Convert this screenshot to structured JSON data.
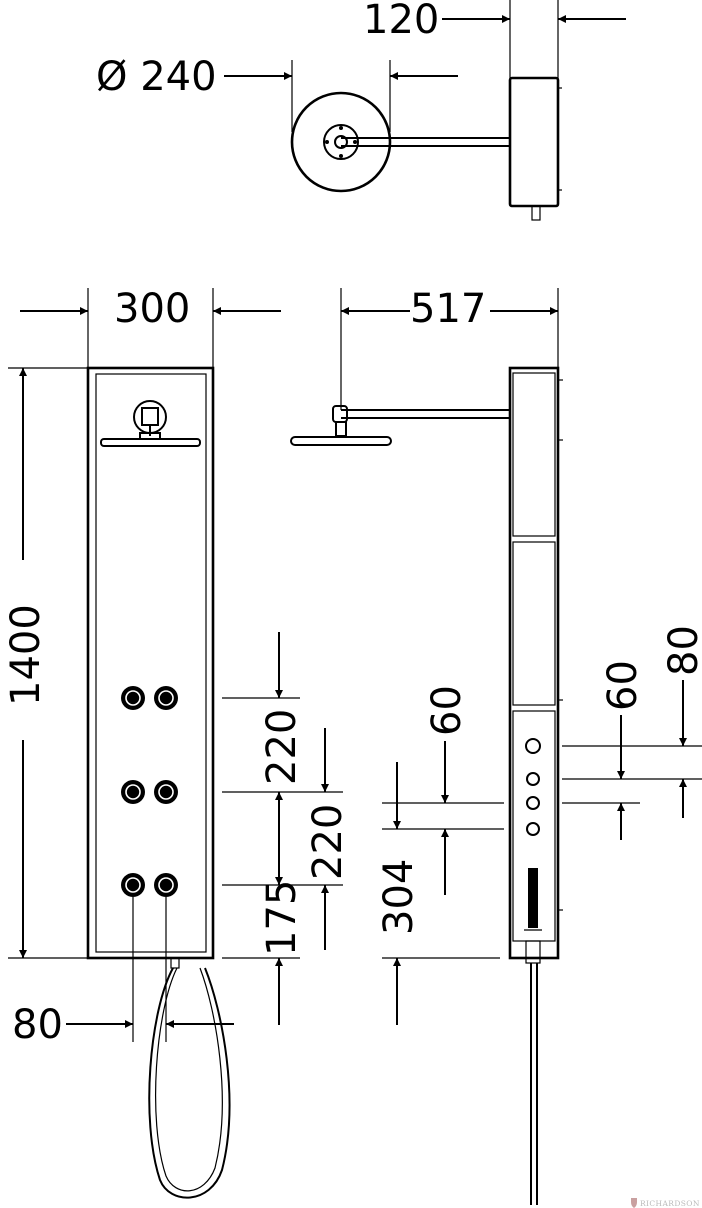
{
  "dimensions": {
    "side_depth": "120",
    "head_diameter": "Ø 240",
    "panel_width": "300",
    "arm_reach": "517",
    "panel_height": "1400",
    "jet_spacing_1": "220",
    "jet_spacing_2": "220",
    "jet_bottom_offset": "175",
    "hose_offset": "80",
    "control_spacing_a": "60",
    "control_offset": "60",
    "control_spacing_b": "80",
    "control_height": "304"
  },
  "watermark": "RICHARDSON"
}
